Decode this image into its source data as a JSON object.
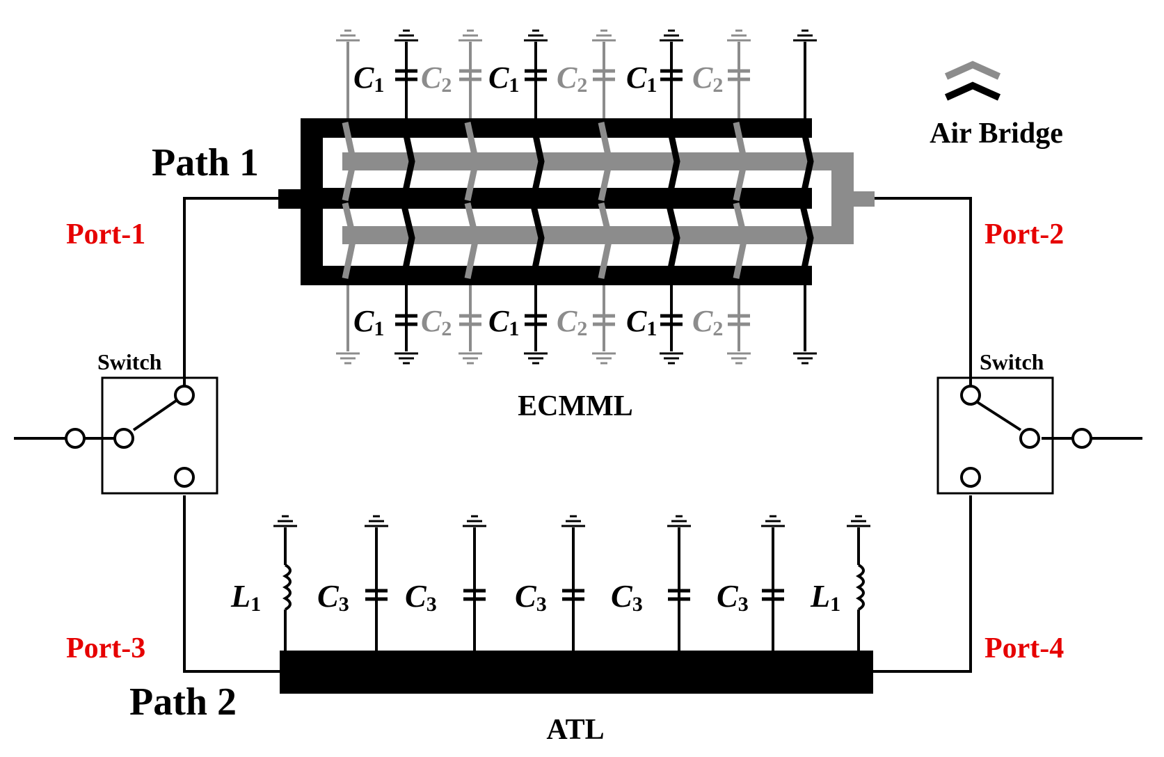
{
  "labels": {
    "path1": "Path 1",
    "path2": "Path 2",
    "port1": "Port-1",
    "port2": "Port-2",
    "port3": "Port-3",
    "port4": "Port-4",
    "switch_left": "Switch",
    "switch_right": "Switch",
    "ecmml": "ECMML",
    "atl": "ATL",
    "air_bridge": "Air Bridge"
  },
  "capacitors": {
    "c1_letter": "C",
    "c1_sub": "1",
    "c2_letter": "C",
    "c2_sub": "2",
    "c3_letter": "C",
    "c3_sub": "3",
    "l1_letter": "L",
    "l1_sub": "1"
  },
  "colors": {
    "black": "#000000",
    "gray": "#8c8c8c",
    "port_red": "#e60000",
    "background": "#ffffff"
  },
  "icons": {
    "ground": "ground-icon",
    "capacitor": "capacitor-icon",
    "inductor": "inductor-icon",
    "switch": "spdt-switch-icon",
    "air_bridge": "chevron-up-icon"
  }
}
